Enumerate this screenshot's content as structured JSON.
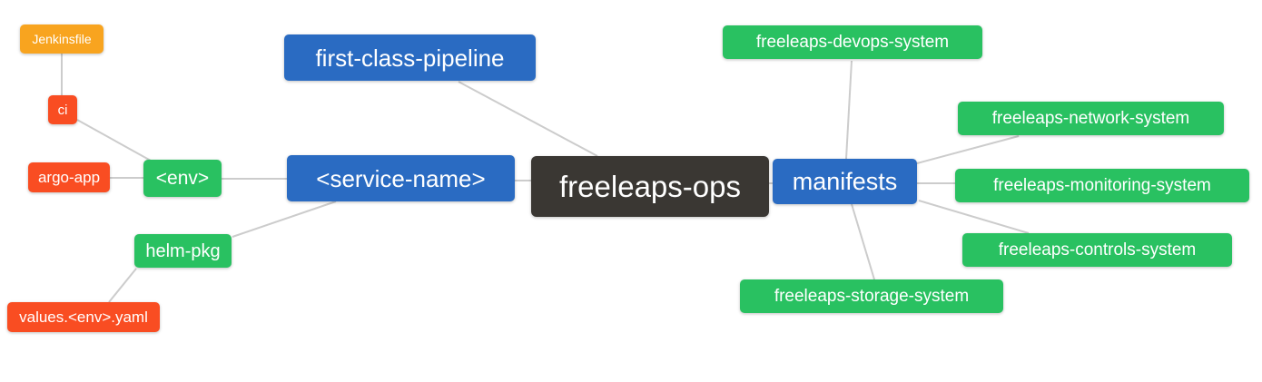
{
  "diagram": {
    "type": "mindmap",
    "root_label": "freeleaps-ops"
  },
  "palette": {
    "blue": "#2a6bc2",
    "green": "#29c161",
    "red": "#f94d22",
    "orange": "#f8a41f",
    "dark": "#3a3733",
    "edge": "#cccccc",
    "background": "#ffffff",
    "text": "#ffffff"
  },
  "nodes": {
    "freeleaps_ops": {
      "label": "freeleaps-ops",
      "color": "dark"
    },
    "first_class_pipeline": {
      "label": "first-class-pipeline",
      "color": "blue"
    },
    "service_name": {
      "label": "<service-name>",
      "color": "blue"
    },
    "manifests": {
      "label": "manifests",
      "color": "blue"
    },
    "env": {
      "label": "<env>",
      "color": "green"
    },
    "helm_pkg": {
      "label": "helm-pkg",
      "color": "green"
    },
    "ci": {
      "label": "ci",
      "color": "red"
    },
    "argo_app": {
      "label": "argo-app",
      "color": "red"
    },
    "values_env_yaml": {
      "label": "values.<env>.yaml",
      "color": "red"
    },
    "jenkinsfile": {
      "label": "Jenkinsfile",
      "color": "orange"
    },
    "devops_system": {
      "label": "freeleaps-devops-system",
      "color": "green"
    },
    "network_system": {
      "label": "freeleaps-network-system",
      "color": "green"
    },
    "monitoring_system": {
      "label": "freeleaps-monitoring-system",
      "color": "green"
    },
    "controls_system": {
      "label": "freeleaps-controls-system",
      "color": "green"
    },
    "storage_system": {
      "label": "freeleaps-storage-system",
      "color": "green"
    }
  },
  "edges": [
    {
      "from": "jenkinsfile",
      "to": "ci"
    },
    {
      "from": "ci",
      "to": "env"
    },
    {
      "from": "argo_app",
      "to": "env"
    },
    {
      "from": "env",
      "to": "service_name"
    },
    {
      "from": "helm_pkg",
      "to": "service_name"
    },
    {
      "from": "values_env_yaml",
      "to": "helm_pkg"
    },
    {
      "from": "service_name",
      "to": "freeleaps_ops"
    },
    {
      "from": "first_class_pipeline",
      "to": "freeleaps_ops"
    },
    {
      "from": "freeleaps_ops",
      "to": "manifests"
    },
    {
      "from": "manifests",
      "to": "devops_system"
    },
    {
      "from": "manifests",
      "to": "network_system"
    },
    {
      "from": "manifests",
      "to": "monitoring_system"
    },
    {
      "from": "manifests",
      "to": "controls_system"
    },
    {
      "from": "manifests",
      "to": "storage_system"
    }
  ]
}
